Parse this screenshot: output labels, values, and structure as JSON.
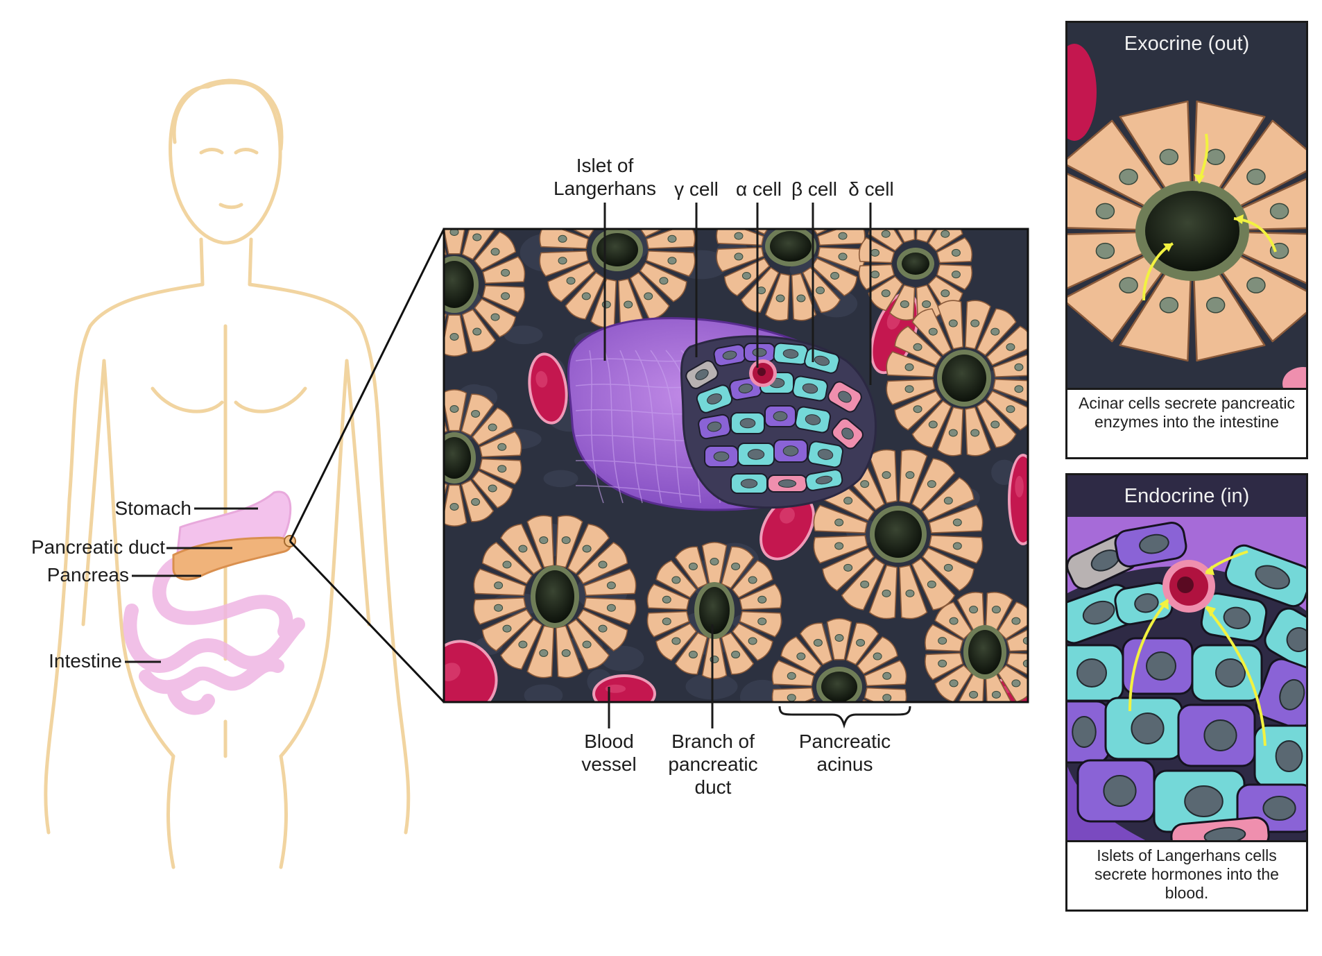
{
  "body_labels": {
    "stomach": "Stomach",
    "pancreatic_duct": "Pancreatic duct",
    "pancreas": "Pancreas",
    "intestine": "Intestine"
  },
  "micro_labels": {
    "islet": "Islet of Langerhans",
    "gamma": "γ cell",
    "alpha": "α cell",
    "beta": "β cell",
    "delta": "δ cell",
    "blood_vessel": "Blood vessel",
    "branch_duct": "Branch of pancreatic duct",
    "acinus": "Pancreatic acinus"
  },
  "panels": {
    "exocrine": {
      "title": "Exocrine (out)",
      "caption": "Acinar cells secrete pancreatic enzymes into the intestine"
    },
    "endocrine": {
      "title": "Endocrine (in)",
      "caption": "Islets of Langerhans cells secrete hormones into the blood."
    }
  },
  "colors": {
    "acinar": "#efbe95",
    "duct": "#1c2318",
    "alpha_cell": "#b0123f",
    "beta_cell": "#74d8d8",
    "delta_cell": "#ef8fae",
    "gamma_cell": "#b8b2b2",
    "islet": "#a66bd8",
    "islet_purple_cell": "#8a63d6",
    "blood_vessel": "#c4174f",
    "tissue_bg": "#2c3140",
    "body_outline": "#f1d4a0",
    "intestine": "#efb6e3",
    "arrow": "#f2f240"
  }
}
